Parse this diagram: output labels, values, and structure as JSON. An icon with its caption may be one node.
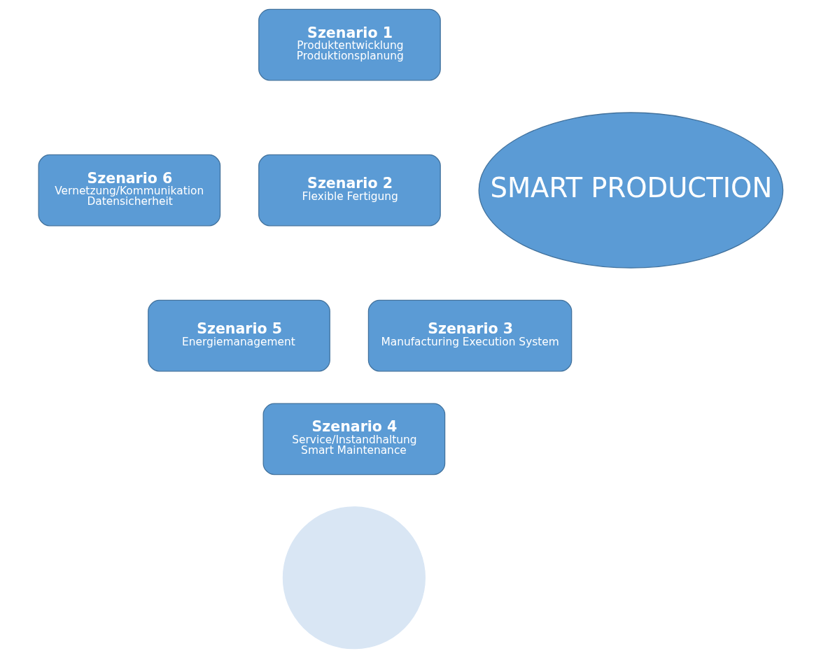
{
  "diagram": {
    "nodes": [
      {
        "text": [],
        "shape": "circle"
      },
      {
        "text": [
          "Szenario 1",
          "Produktentwicklung",
          "Produktionsplanung"
        ]
      },
      {
        "text": [
          "Szenario 6",
          "Vernetzung/Kommunikation",
          "Datensicherheit"
        ]
      },
      {
        "text": [
          "Szenario 2",
          "Flexible Fertigung"
        ]
      },
      {
        "text": [
          "SMART PRODUCTION"
        ]
      },
      {
        "text": [
          "Szenario 5",
          "Energiemanagement"
        ]
      },
      {
        "text": [
          "Szenario 3",
          "Manufacturing Execution System"
        ]
      },
      {
        "text": [
          "Szenario 4",
          "Service/Instandhaltung",
          "Smart Maintenance"
        ]
      }
    ]
  }
}
